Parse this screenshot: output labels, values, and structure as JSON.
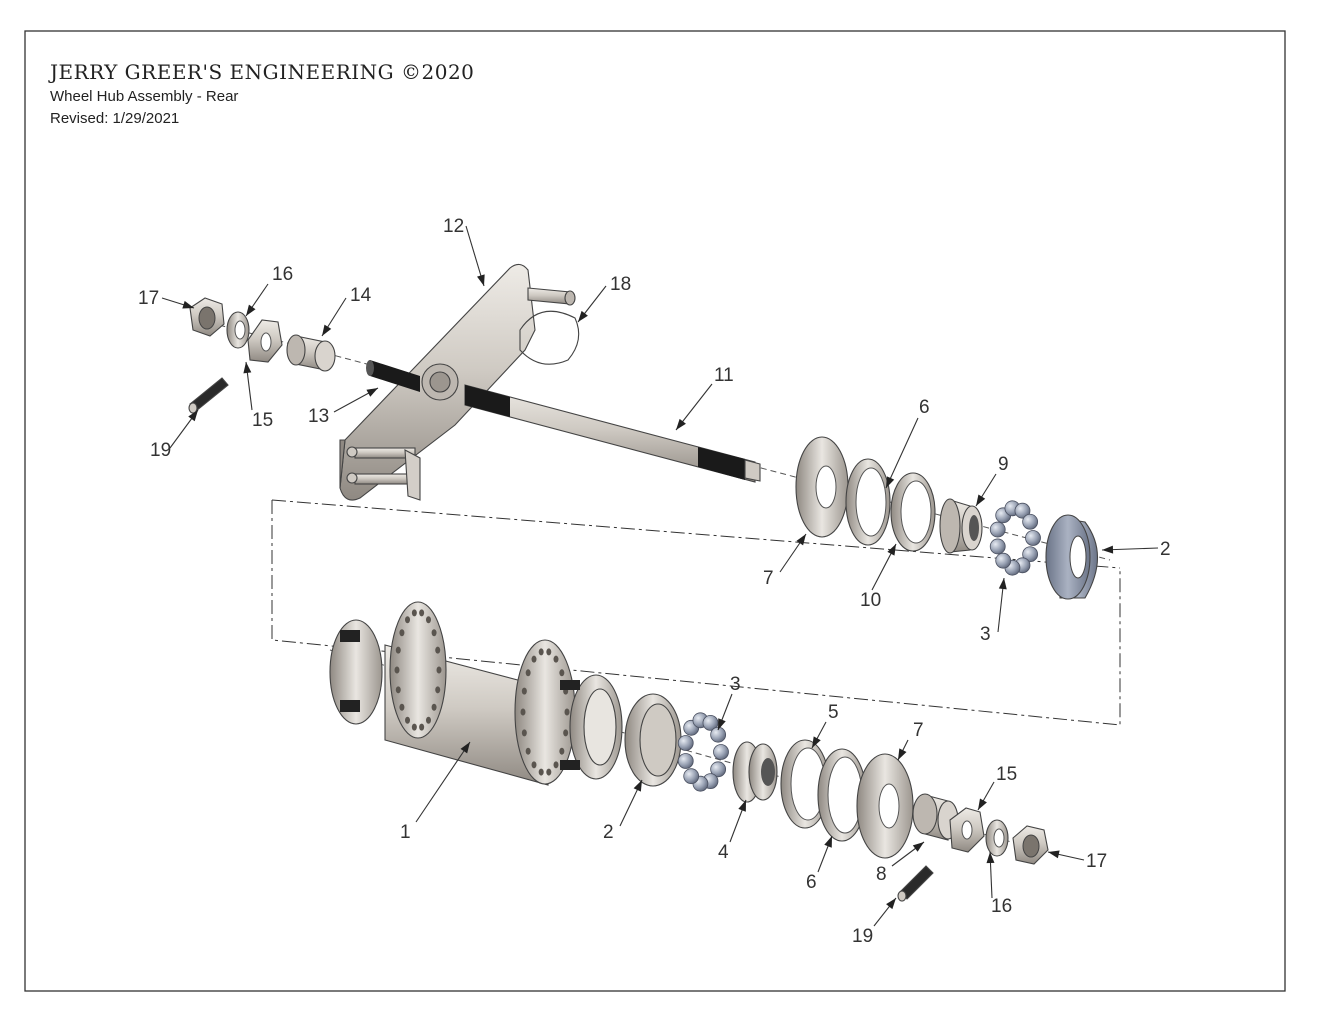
{
  "header": {
    "company": "JERRY GREER'S ENGINEERING ©2020",
    "subtitle": "Wheel Hub Assembly - Rear",
    "revised": "Revised: 1/29/2021"
  },
  "callouts": [
    {
      "id": "c17a",
      "label": "17"
    },
    {
      "id": "c16a",
      "label": "16"
    },
    {
      "id": "c14",
      "label": "14"
    },
    {
      "id": "c12",
      "label": "12"
    },
    {
      "id": "c18",
      "label": "18"
    },
    {
      "id": "c15a",
      "label": "15"
    },
    {
      "id": "c13",
      "label": "13"
    },
    {
      "id": "c19a",
      "label": "19"
    },
    {
      "id": "c11",
      "label": "11"
    },
    {
      "id": "c6a",
      "label": "6"
    },
    {
      "id": "c9",
      "label": "9"
    },
    {
      "id": "c2a",
      "label": "2"
    },
    {
      "id": "c7a",
      "label": "7"
    },
    {
      "id": "c10",
      "label": "10"
    },
    {
      "id": "c3a",
      "label": "3"
    },
    {
      "id": "c1",
      "label": "1"
    },
    {
      "id": "c2b",
      "label": "2"
    },
    {
      "id": "c3b",
      "label": "3"
    },
    {
      "id": "c4",
      "label": "4"
    },
    {
      "id": "c5",
      "label": "5"
    },
    {
      "id": "c6b",
      "label": "6"
    },
    {
      "id": "c7b",
      "label": "7"
    },
    {
      "id": "c8",
      "label": "8"
    },
    {
      "id": "c15b",
      "label": "15"
    },
    {
      "id": "c16b",
      "label": "16"
    },
    {
      "id": "c17b",
      "label": "17"
    },
    {
      "id": "c19b",
      "label": "19"
    }
  ],
  "colors": {
    "metal_light": "#d6d1ca",
    "metal_mid": "#a9a39b",
    "metal_dark": "#6f6a64",
    "black_thread": "#1a1a1a",
    "bearing_blue": "#8e97a8"
  }
}
